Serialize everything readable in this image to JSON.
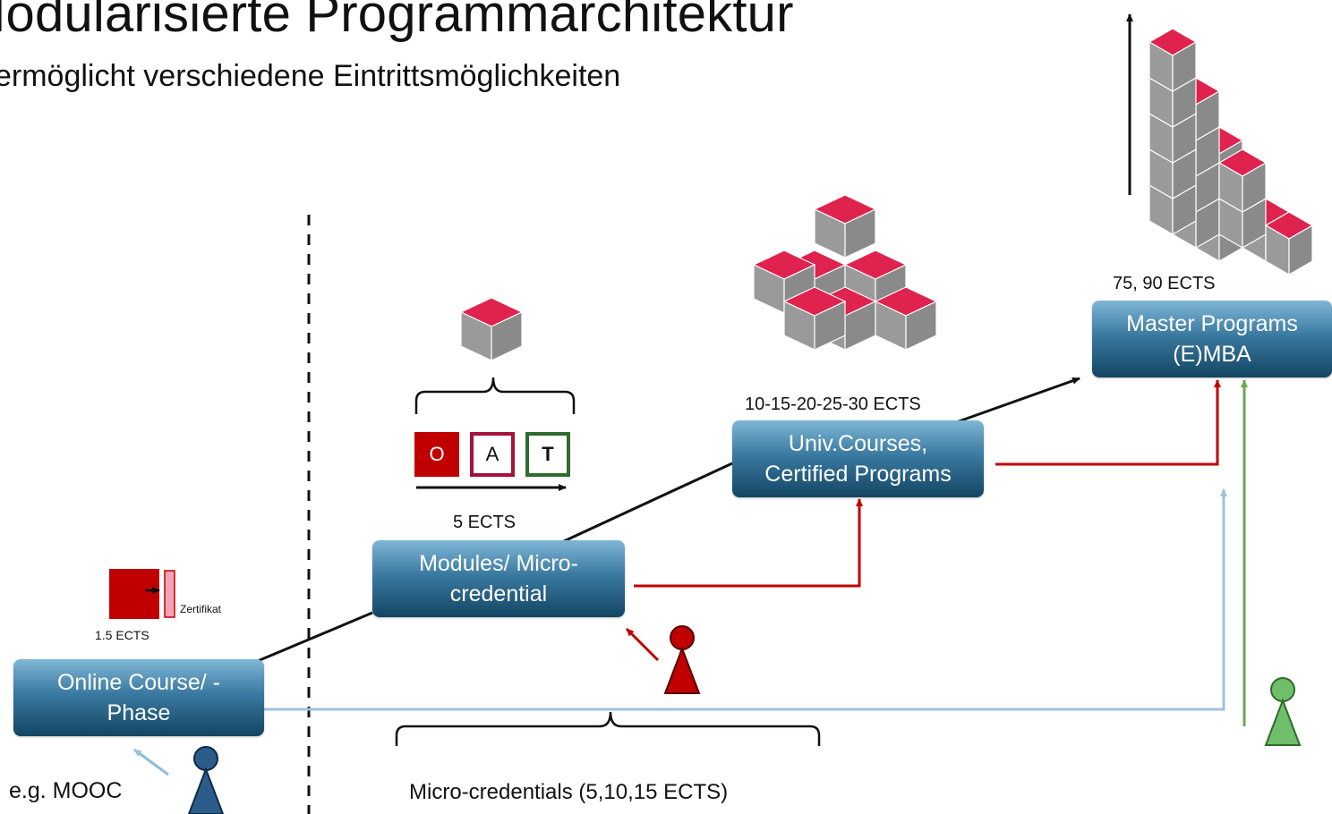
{
  "title": "Modularisierte Programmarchitektur",
  "subtitle": "ermöglicht verschiedene Eintrittsmöglichkeiten",
  "boxes": {
    "online": [
      "Online Course/ -",
      "Phase"
    ],
    "modules": [
      "Modules/ Micro-",
      "credential"
    ],
    "univ": [
      "Univ.Courses,",
      "Certified Programs"
    ],
    "master": [
      "Master Programs",
      "(E)MBA"
    ]
  },
  "labels": {
    "ects_online": "1.5 ECTS",
    "zertifikat": "Zertifikat",
    "ects_modules": "5 ECTS",
    "ects_univ": "10-15-20-25-30 ECTS",
    "ects_master": "75, 90 ECTS",
    "mooc": "e.g. MOOC",
    "micro": "Micro-credentials (5,10,15 ECTS)"
  },
  "oat": [
    "O",
    "A",
    "T"
  ],
  "colors": {
    "box_top": "#7fb6d6",
    "box_bottom": "#134563",
    "cube_top": "#e0224e",
    "cube_side": "#8c8c8c",
    "red_arrow": "#c00000",
    "blue_arrow": "#9cc3e0",
    "green_arrow": "#6aa84f",
    "pawn_blue": "#2a5d8a",
    "pawn_red": "#c00000",
    "pawn_green": "#6fbf6a"
  }
}
